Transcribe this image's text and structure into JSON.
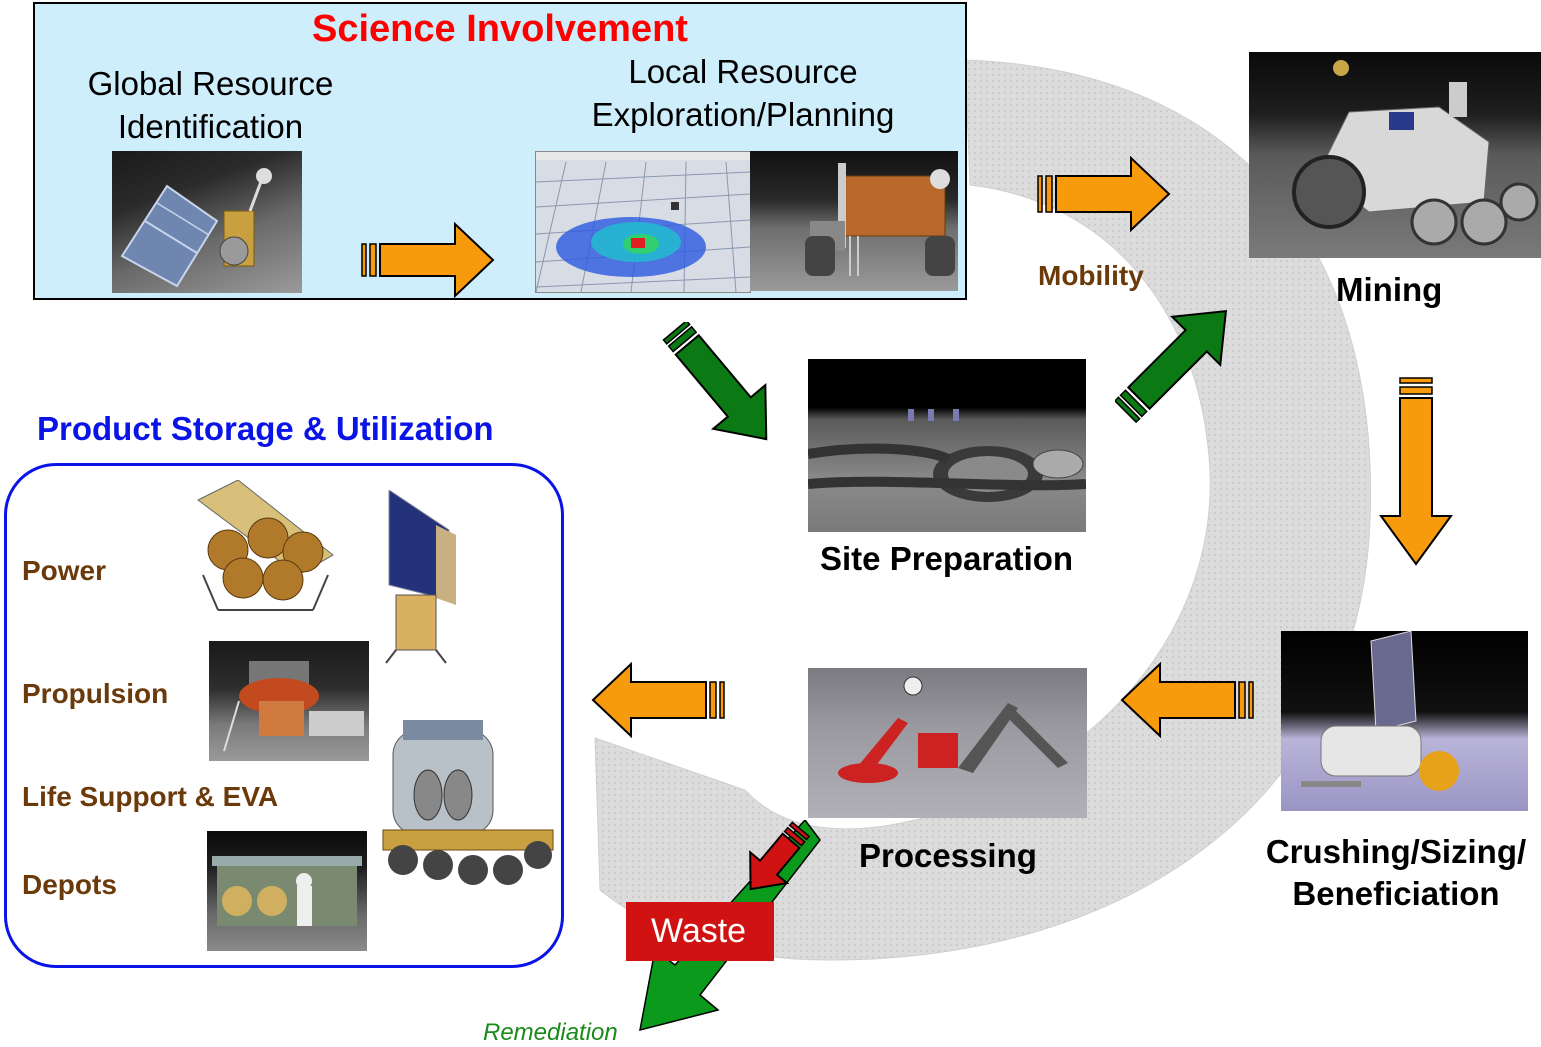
{
  "science": {
    "title": "Science Involvement",
    "global_line1": "Global Resource",
    "global_line2": "Identification",
    "local_line1": "Local Resource",
    "local_line2": "Exploration/Planning"
  },
  "stages": {
    "mobility": "Mobility",
    "mining": "Mining",
    "site_preparation": "Site Preparation",
    "crushing_line1": "Crushing/Sizing/",
    "crushing_line2": "Beneficiation",
    "processing": "Processing",
    "waste": "Waste",
    "remediation": "Remediation"
  },
  "storage": {
    "title": "Product Storage & Utilization",
    "items": [
      "Power",
      "Propulsion",
      "Life Support & EVA",
      "Depots"
    ]
  },
  "colors": {
    "orange_arrow": "#f79a0c",
    "green_arrow": "#0c7a14",
    "red_arrow": "#d01212",
    "science_title": "#ff0000",
    "storage_title": "#0a14e6",
    "storage_label": "#6b3a0a",
    "panel_bg": "#cdeefa",
    "cycle_gray": "#d9d9d9"
  }
}
